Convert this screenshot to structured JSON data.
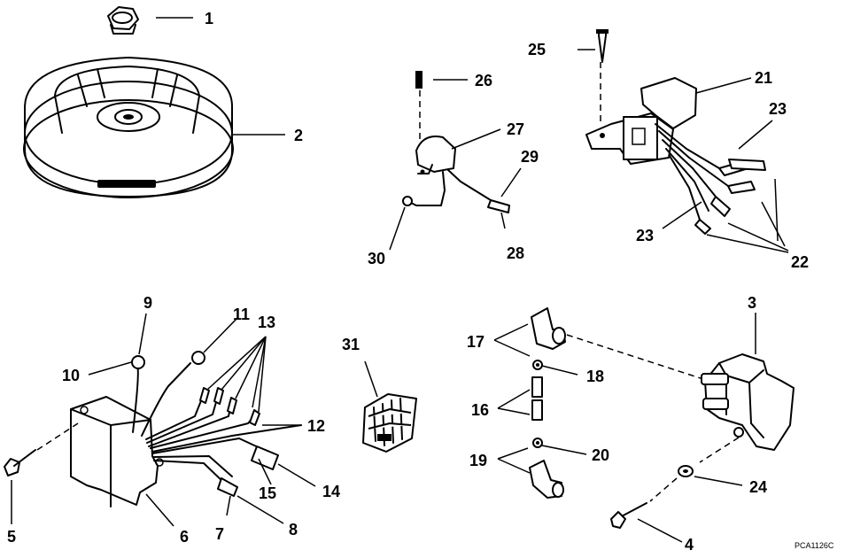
{
  "diagram_code": "PCA1126C",
  "callouts": [
    "1",
    "2",
    "3",
    "4",
    "5",
    "6",
    "7",
    "8",
    "9",
    "10",
    "11",
    "12",
    "13",
    "14",
    "15",
    "16",
    "17",
    "18",
    "19",
    "20",
    "21",
    "22",
    "23",
    "24",
    "25",
    "26",
    "27",
    "28",
    "29",
    "30",
    "31"
  ],
  "labels": {
    "n1": "1",
    "n2": "2",
    "n3": "3",
    "n4": "4",
    "n5": "5",
    "n6": "6",
    "n7": "7",
    "n8": "8",
    "n9": "9",
    "n10": "10",
    "n11": "11",
    "n12": "12",
    "n13": "13",
    "n14": "14",
    "n15": "15",
    "n16": "16",
    "n17": "17",
    "n18": "18",
    "n19": "19",
    "n20": "20",
    "n21": "21",
    "n22": "22",
    "n23a": "23",
    "n23b": "23",
    "n24": "24",
    "n25": "25",
    "n26": "26",
    "n27": "27",
    "n28": "28",
    "n29": "29",
    "n30": "30",
    "n31": "31"
  }
}
